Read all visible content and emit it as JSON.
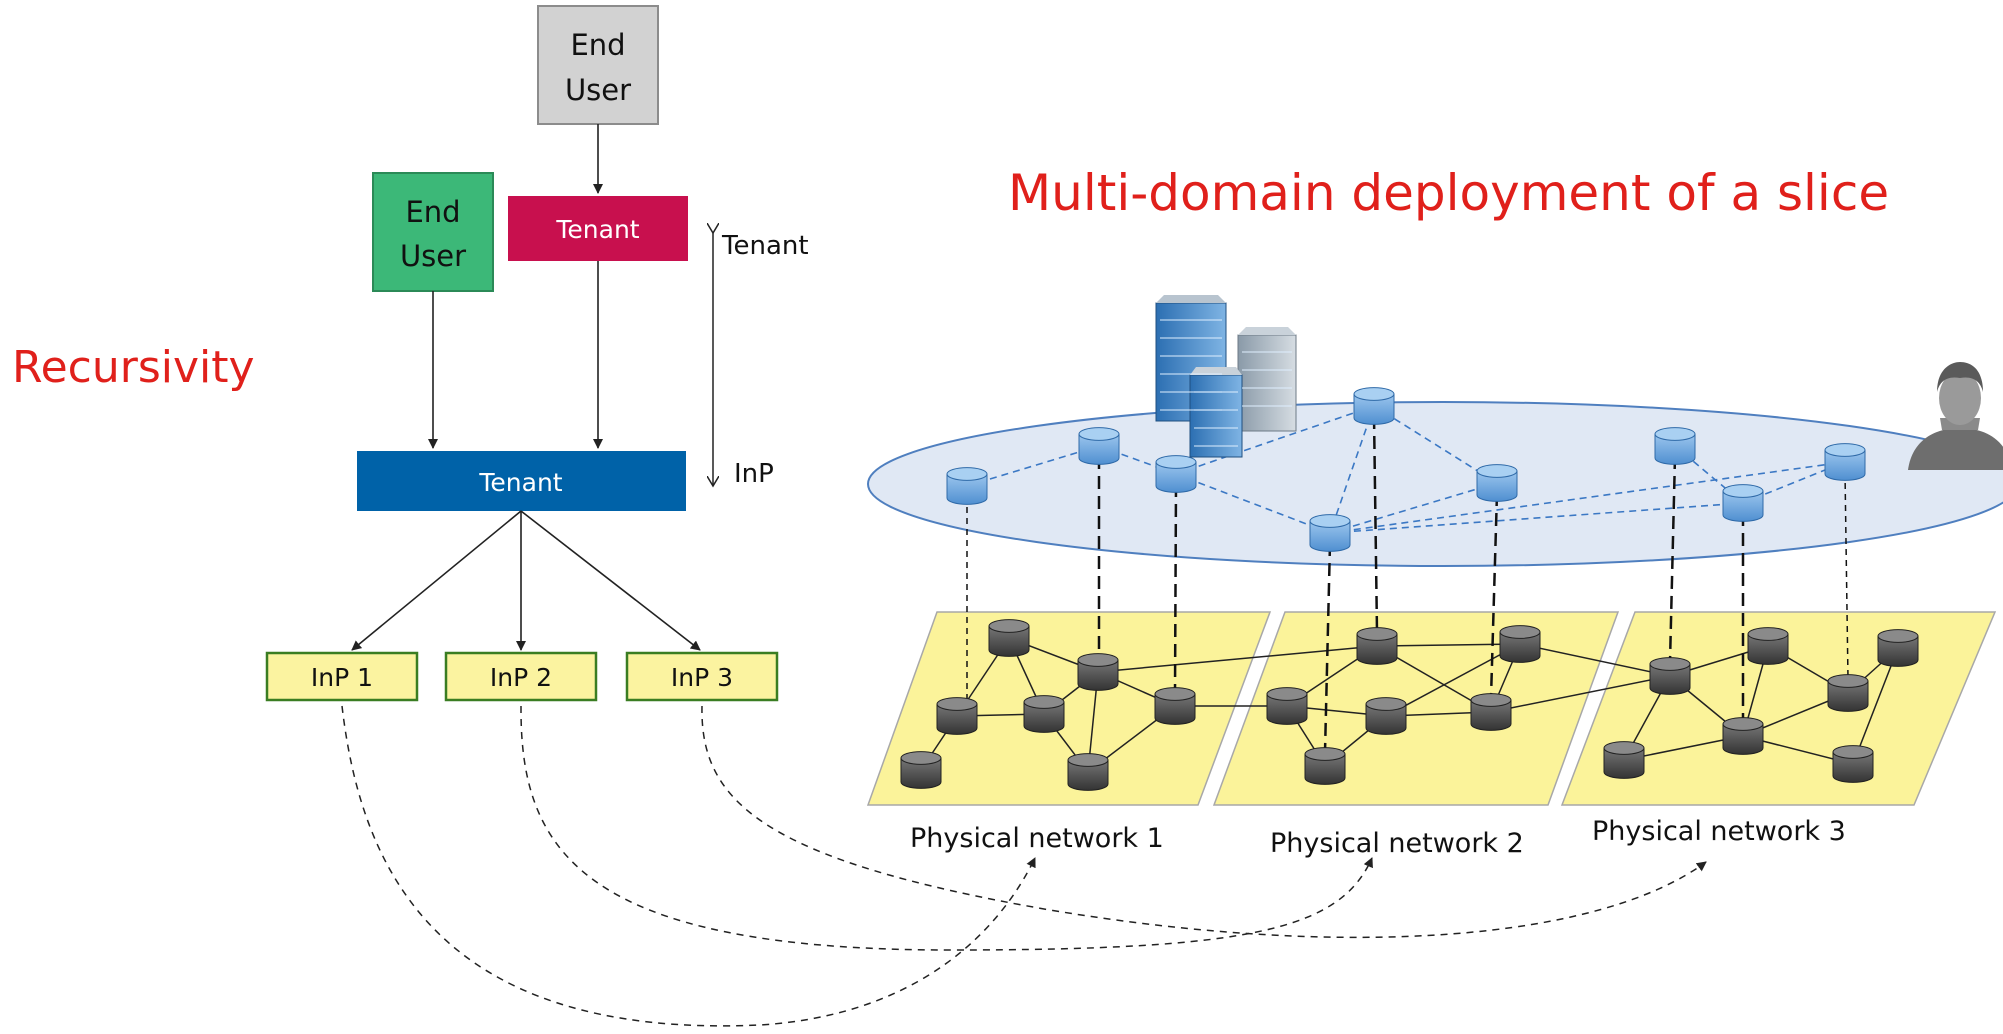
{
  "title": "Multi-domain deployment of a slice",
  "side_label": "Recursivity",
  "hierarchy": {
    "top_end_user": [
      "End",
      "User"
    ],
    "left_end_user": [
      "End",
      "User"
    ],
    "upper_tenant": "Tenant",
    "main_tenant": "Tenant",
    "inps": [
      "InP 1",
      "InP 2",
      "InP 3"
    ],
    "range_top_label": "Tenant",
    "range_bottom_label": "InP"
  },
  "physical_networks": [
    "Physical network 1",
    "Physical network 2",
    "Physical network 3"
  ],
  "colors": {
    "title_red": "#e0201b",
    "end_user_gray": "#d2d2d2",
    "end_user_green": "#3cb878",
    "tenant_magenta": "#c8104e",
    "tenant_blue": "#0062a8",
    "inp_yellow": "#fbf3a0",
    "inp_border": "#3a7d22",
    "plane_yellow": "#fbf39a",
    "slice_fill": "#dde6f3",
    "slice_stroke": "#4f7fbf",
    "virtual_node": "#6fa8dc",
    "physical_node": "#4a4a4a"
  },
  "icons": [
    "office-buildings-icon",
    "user-avatar-icon",
    "database-node-icon"
  ]
}
